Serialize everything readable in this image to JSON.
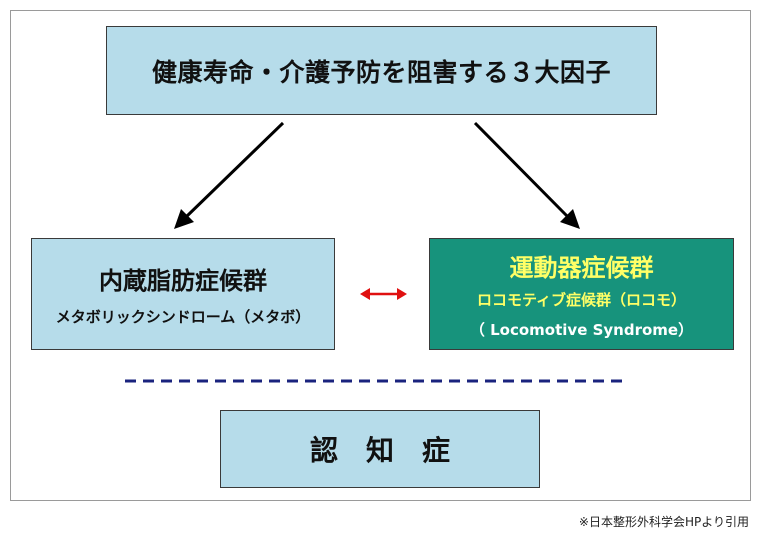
{
  "diagram": {
    "top": {
      "title": "健康寿命・介護予防を阻害する３大因子"
    },
    "left": {
      "title": "内蔵脂肪症候群",
      "subtitle": "メタボリックシンドローム（メタボ）"
    },
    "right": {
      "title": "運動器症候群",
      "subtitle": "ロコモティブ症候群（ロコモ）",
      "english": "（ Locomotive Syndrome）"
    },
    "bottom": {
      "title": "認　知　症"
    },
    "colors": {
      "blue_box": "#b6dcea",
      "green_box": "#17937c",
      "highlight_text": "#ffff66",
      "double_arrow": "#e01010",
      "dashed_line": "#1a237e"
    }
  },
  "citation": "※日本整形外科学会HPより引用"
}
